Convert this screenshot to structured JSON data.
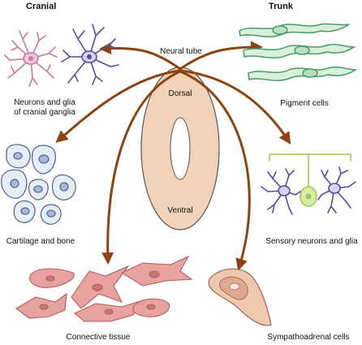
{
  "headings": {
    "cranial": "Cranial",
    "trunk": "Trunk"
  },
  "neural_tube": {
    "title": "Neural tube",
    "dorsal": "Dorsal",
    "ventral": "Ventral"
  },
  "derivatives": {
    "cranial_ganglia_line1": "Neurons and glia",
    "cranial_ganglia_line2": "of cranial ganglia",
    "pigment": "Pigment cells",
    "cartilage": "Cartilage and bone",
    "sensory": "Sensory neurons and glia",
    "connective": "Connective tissue",
    "sympathoadrenal": "Sympathoadrenal cells"
  },
  "colors": {
    "arrow": "#8b4513",
    "tube_fill": "#f2d2b8",
    "tube_outline": "#555555",
    "cranial_neuron_pink": "#c77a9a",
    "cranial_neuron_purple": "#5a4a9a",
    "pigment_fill": "#d9f0d9",
    "pigment_stroke": "#4a9a6a",
    "cartilage_fill": "#e6eef8",
    "sensory_green": "#a0c84a",
    "sensory_purple": "#5a4a9a",
    "connective_fill": "#e8a3a0",
    "adrenal_fill": "#f0c8b0"
  }
}
